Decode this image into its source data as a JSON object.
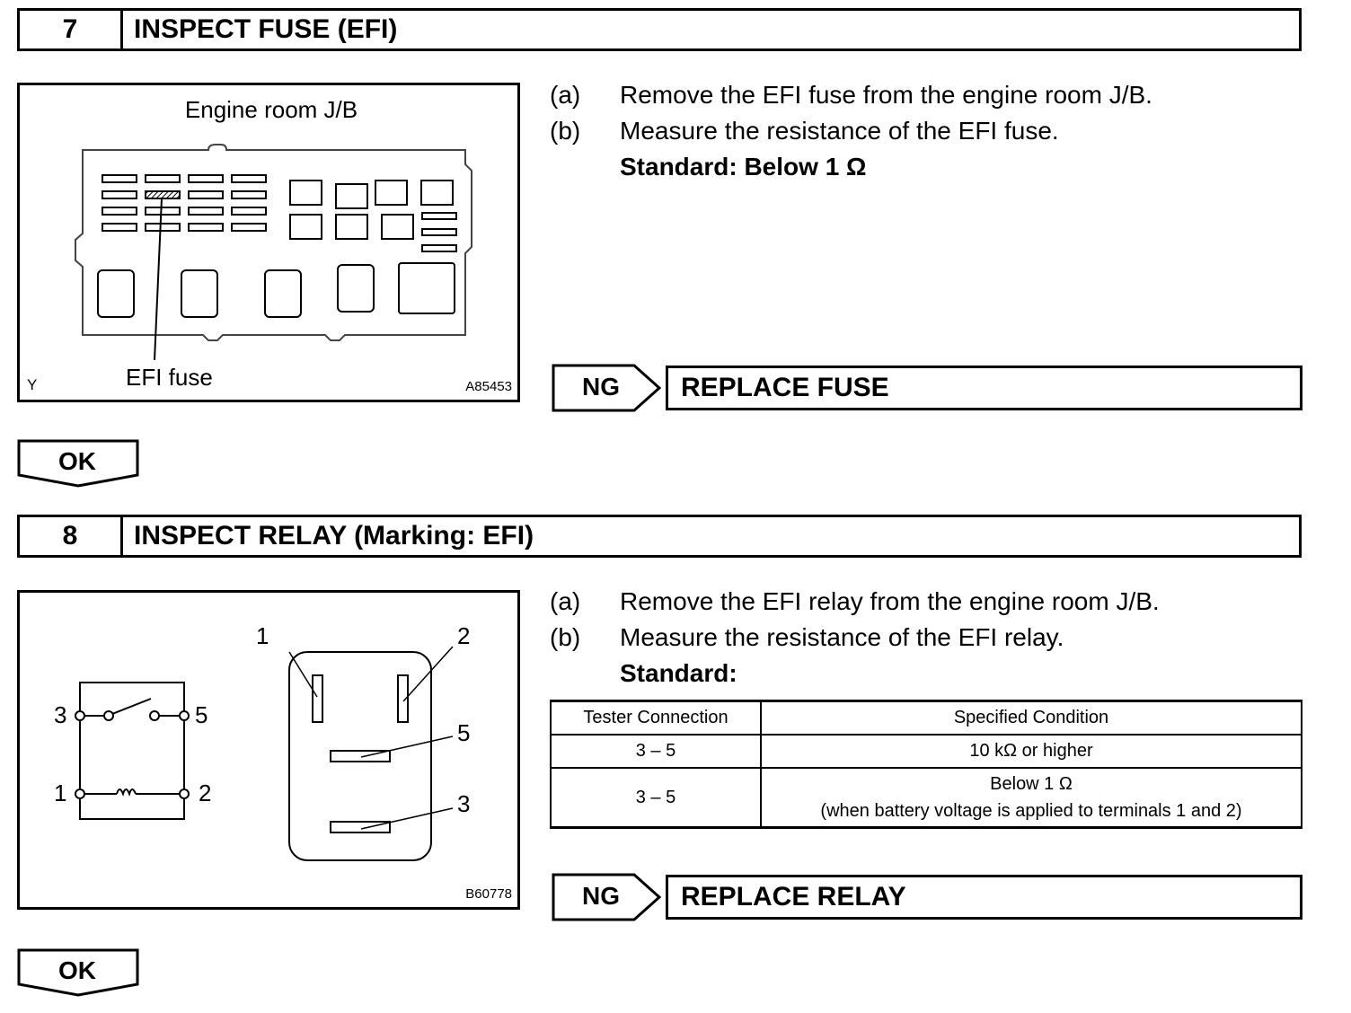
{
  "step7": {
    "number": "7",
    "title": "INSPECT FUSE (EFI)",
    "figure": {
      "caption": "Engine room J/B",
      "callout": "EFI fuse",
      "corner_label": "Y",
      "code": "A85453"
    },
    "instructions": [
      {
        "label": "(a)",
        "text": "Remove the EFI fuse from the engine room J/B."
      },
      {
        "label": "(b)",
        "text": "Measure the resistance of the EFI fuse."
      }
    ],
    "standard": "Standard: Below 1 Ω",
    "ng_label": "NG",
    "ng_action": "REPLACE FUSE",
    "ok_label": "OK"
  },
  "step8": {
    "number": "8",
    "title": "INSPECT RELAY (Marking: EFI)",
    "figure": {
      "schematic_terminals": [
        "3",
        "5",
        "1",
        "2"
      ],
      "relay_terminals": [
        "1",
        "2",
        "5",
        "3"
      ],
      "code": "B60778"
    },
    "instructions": [
      {
        "label": "(a)",
        "text": "Remove the EFI relay from the engine room J/B."
      },
      {
        "label": "(b)",
        "text": "Measure the resistance of the EFI relay."
      }
    ],
    "standard": "Standard:",
    "table": {
      "headers": [
        "Tester Connection",
        "Specified Condition"
      ],
      "rows": [
        {
          "connection": "3 – 5",
          "condition": "10 kΩ or higher",
          "note": ""
        },
        {
          "connection": "3 – 5",
          "condition": "Below 1 Ω",
          "note": "(when battery voltage is applied to terminals 1 and 2)"
        }
      ]
    },
    "ng_label": "NG",
    "ng_action": "REPLACE RELAY",
    "ok_label": "OK"
  }
}
